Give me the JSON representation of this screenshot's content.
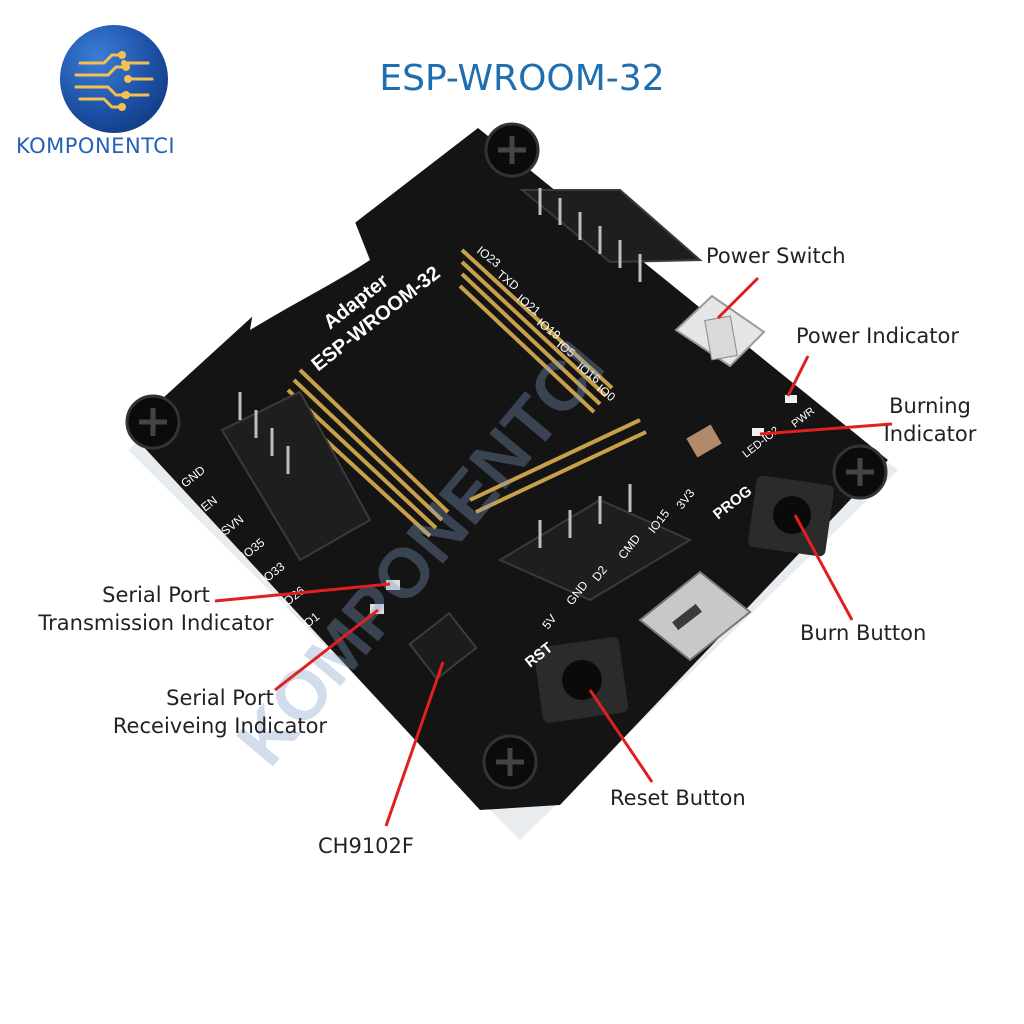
{
  "brand": {
    "name": "KOMPONENTCI"
  },
  "title": "ESP-WROOM-32",
  "board": {
    "adapter_label": "Adapter",
    "module_label": "ESP-WROOM-32",
    "pins_left": [
      "GND",
      "EN",
      "SVN",
      "IO35",
      "IO33",
      "IO26",
      "IO1"
    ],
    "pins_right": [
      "IO23",
      "TXD",
      "IO21",
      "IO19",
      "IO5",
      "IO16",
      "IO0"
    ],
    "pins_bottom": [
      "5V",
      "GND",
      "D2",
      "CMD",
      "IO15",
      "3V3"
    ],
    "prog_label": "PROG",
    "rst_label": "RST",
    "led_label": "LED-IO2",
    "pwr_label": "PWR"
  },
  "callouts": {
    "power_switch": "Power Switch",
    "power_indicator": "Power Indicator",
    "burning_indicator": [
      "Burning",
      "Indicator"
    ],
    "burn_button": "Burn Button",
    "serial_tx": [
      "Serial Port",
      "Transmission Indicator"
    ],
    "serial_rx": [
      "Serial Port",
      "Receiveing Indicator"
    ],
    "chip": "CH9102F",
    "reset_button": "Reset Button"
  },
  "colors": {
    "board": "#141414",
    "pin_gold": "#c9a04a",
    "header_black": "#1e1e1e",
    "annotation_red": "#e02020",
    "title_blue": "#1f6fb0",
    "brand_blue": "#2362b8"
  }
}
